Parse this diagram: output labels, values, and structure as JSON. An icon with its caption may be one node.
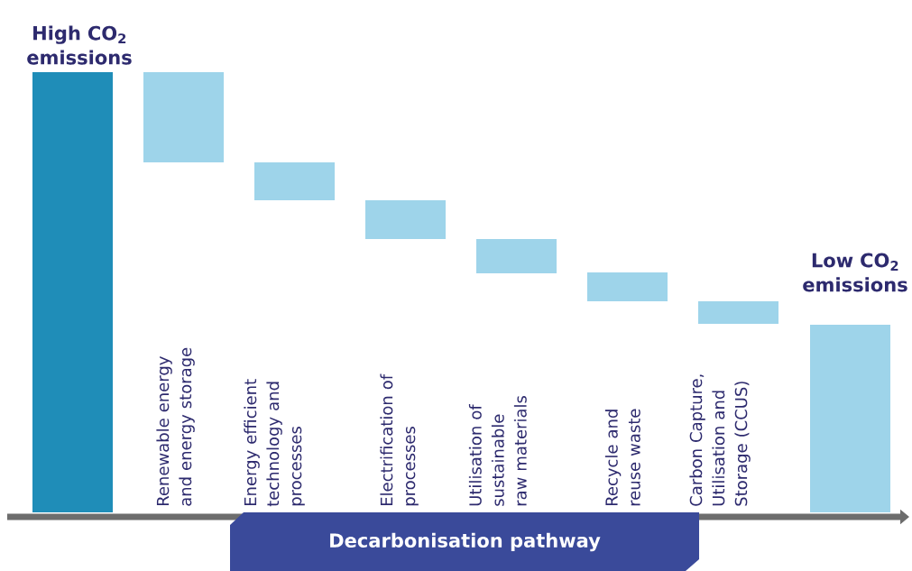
{
  "diagram": {
    "nodes": [
      {
        "text": [
          "Decarbonisation pathway"
        ]
      }
    ],
    "labels": [
      "High CO$_{2}$ emissions",
      "Renewable energy and energy storage",
      "Energy efficient technology and processes",
      "Electrification of processes",
      "Utilisation of sustainable raw materials",
      "Recycle and reuse waste",
      "Carbon Capture, Utilisation and Storage (CCUS)",
      "Low CO$_{2}$ emissions"
    ]
  }
}
